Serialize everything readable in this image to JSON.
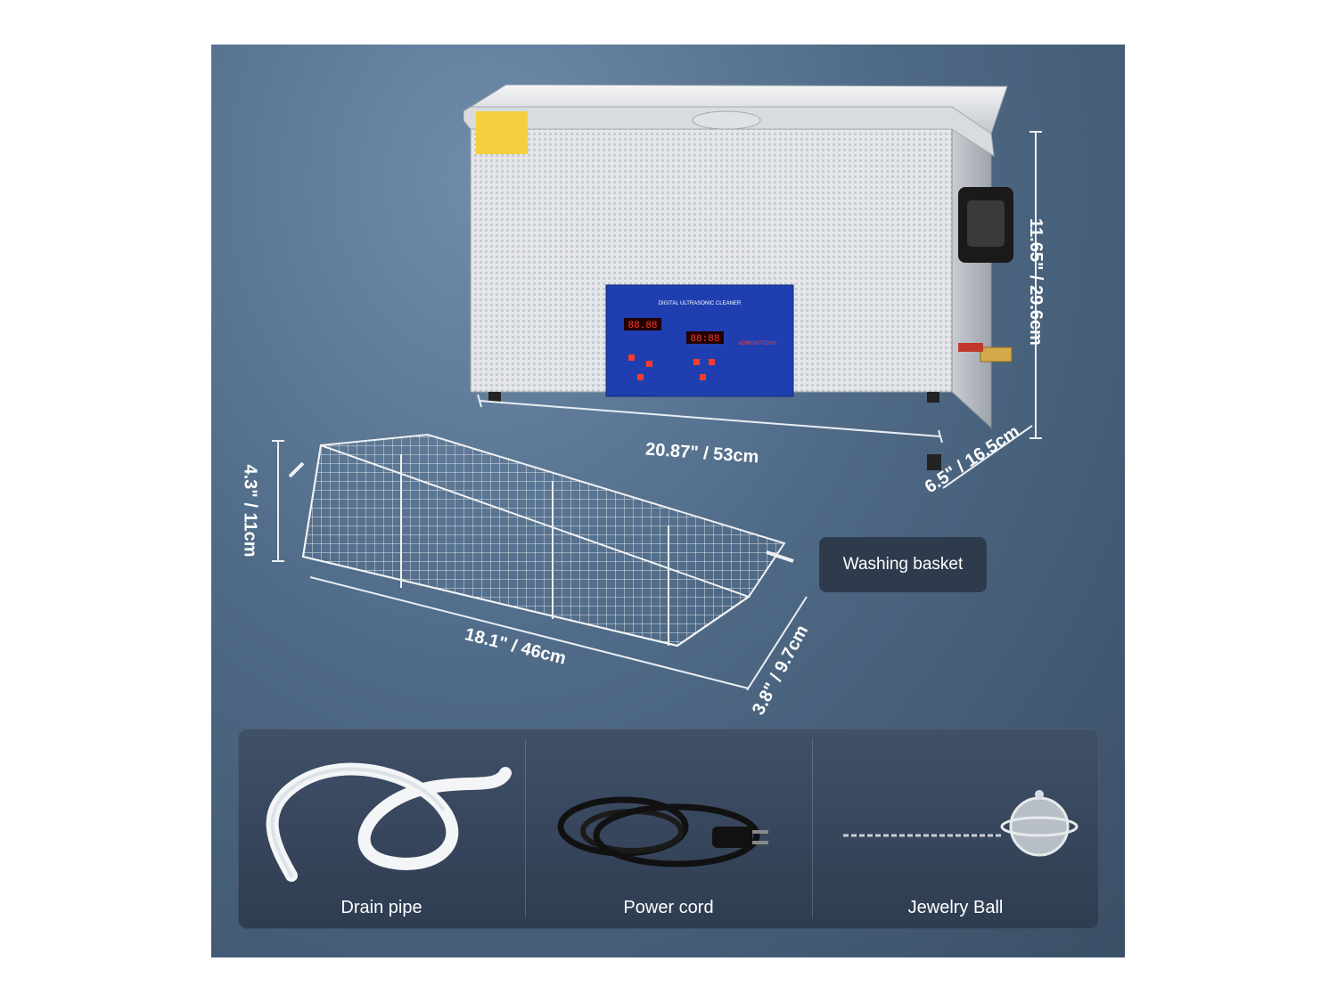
{
  "dimensions": {
    "height": "11.65\" / 29.6cm",
    "width": "20.87\" / 53cm",
    "depth": "6.5\" / 16.5cm",
    "basket_height": "4.3\" / 11cm",
    "basket_width": "18.1\" / 46cm",
    "basket_depth": "3.8\" / 9.7cm"
  },
  "callout": {
    "label": "Washing basket"
  },
  "accessories": [
    {
      "label": "Drain pipe",
      "icon": "drain-pipe-icon"
    },
    {
      "label": "Power cord",
      "icon": "power-cord-icon"
    },
    {
      "label": "Jewelry Ball",
      "icon": "jewelry-ball-icon"
    }
  ],
  "panel": {
    "title": "DIGITAL ULTRASONIC CLEANER",
    "display_left": "88.88",
    "display_right": "88:88",
    "admonition": "ADMONITION!!!"
  },
  "colors": {
    "background": "#4f6a86",
    "panel": "#1f3fb0",
    "led": "#ff3b2f",
    "accessory_panel": "#34445a"
  }
}
